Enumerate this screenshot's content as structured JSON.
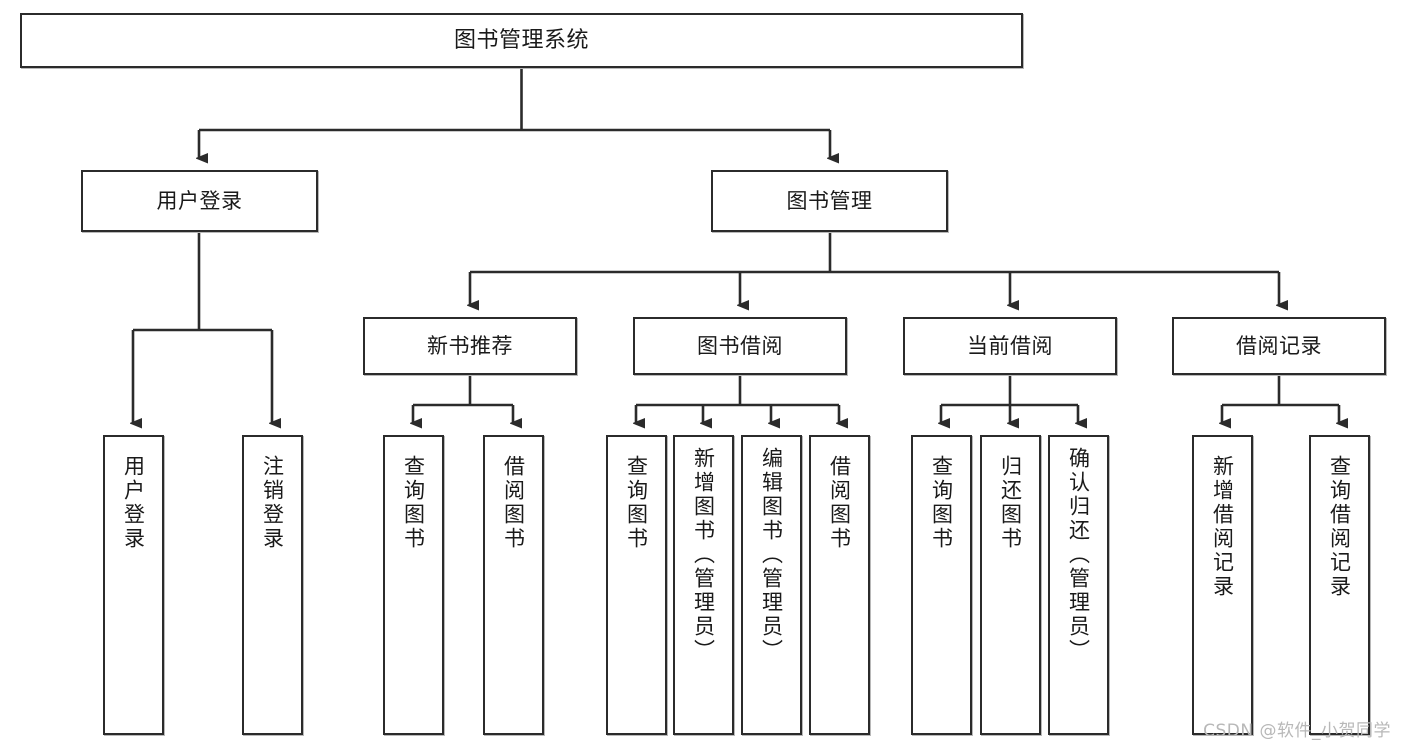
{
  "diagram": {
    "title": "图书管理系统",
    "watermark": "CSDN @软件_小贺同学",
    "colors": {
      "box_border": "#2b2b2b",
      "box_fill": "#ffffff",
      "edge": "#2b2b2b",
      "text": "#1a1a1a",
      "watermark": "#b8b8b8"
    },
    "root": {
      "label": "图书管理系统"
    },
    "level2": [
      {
        "label": "用户登录"
      },
      {
        "label": "图书管理"
      }
    ],
    "level3": [
      {
        "label": "新书推荐"
      },
      {
        "label": "图书借阅"
      },
      {
        "label": "当前借阅"
      },
      {
        "label": "借阅记录"
      }
    ],
    "leaves": {
      "user_login": [
        {
          "label": "用户登录"
        },
        {
          "label": "注销登录"
        }
      ],
      "new_book_recommend": [
        {
          "label": "查询图书"
        },
        {
          "label": "借阅图书"
        }
      ],
      "book_borrow": [
        {
          "label": "查询图书"
        },
        {
          "label": "新增图书（管理员）"
        },
        {
          "label": "编辑图书（管理员）"
        },
        {
          "label": "借阅图书"
        }
      ],
      "current_borrow": [
        {
          "label": "查询图书"
        },
        {
          "label": "归还图书"
        },
        {
          "label": "确认归还（管理员）"
        }
      ],
      "borrow_record": [
        {
          "label": "新增借阅记录"
        },
        {
          "label": "查询借阅记录"
        }
      ]
    }
  }
}
